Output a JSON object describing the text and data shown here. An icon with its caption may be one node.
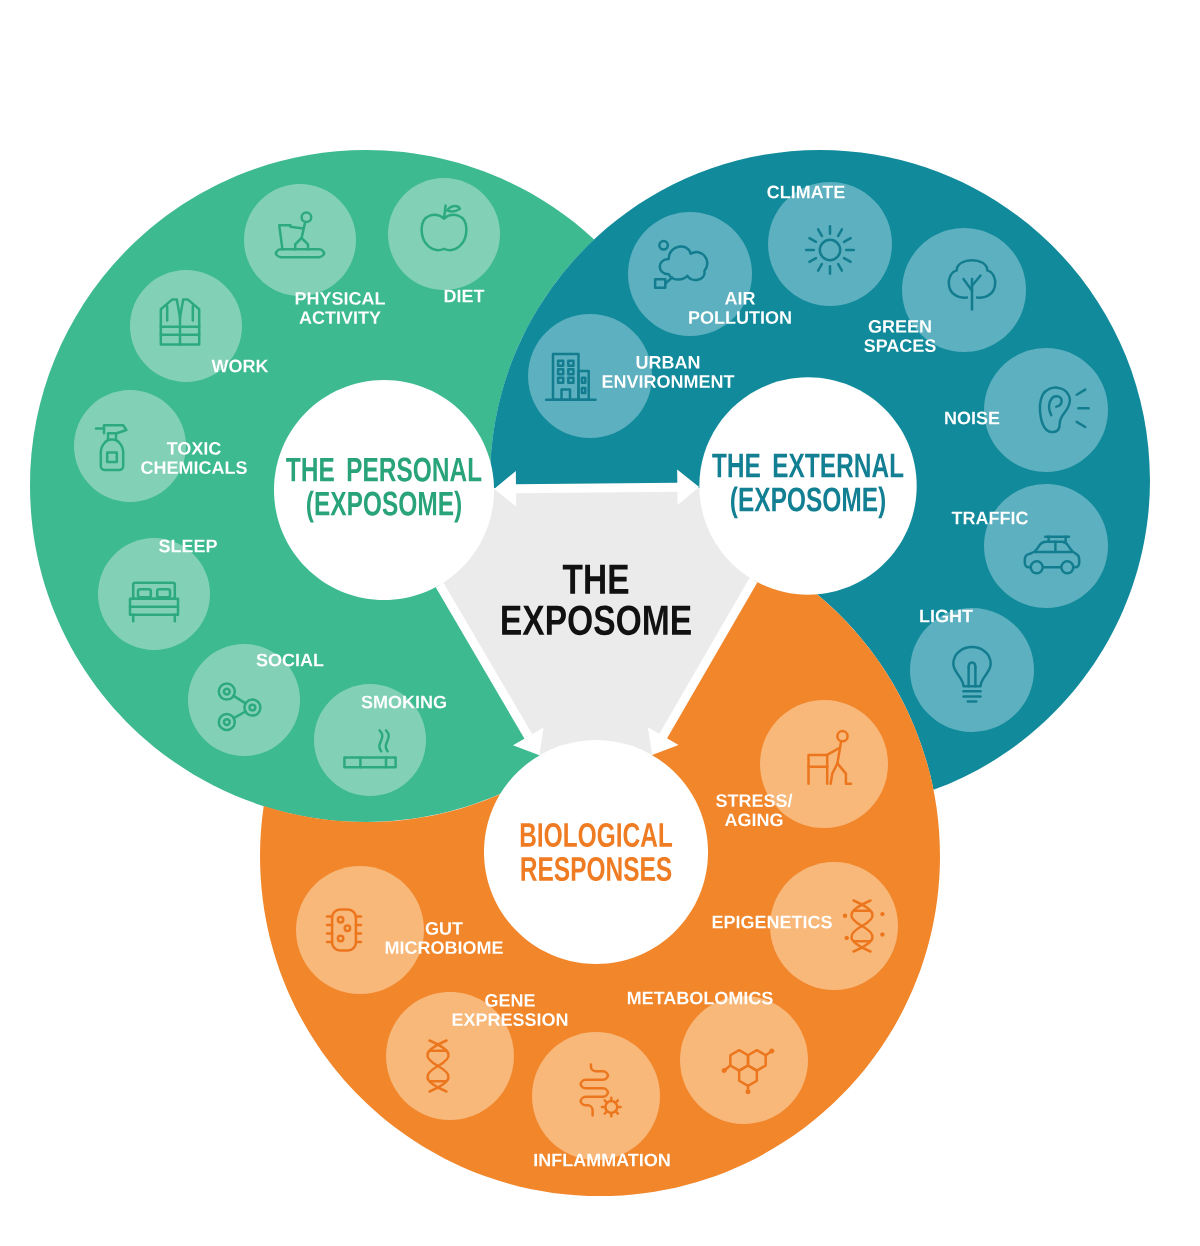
{
  "diagram": {
    "nodes": [
      {
        "text": [
          "THE EXPOSOME"
        ]
      },
      {
        "text": [],
        "shape": "circle"
      },
      {
        "text": [
          "THE PERSONAL (EXPOSOME)"
        ],
        "in": 1
      },
      {
        "text": [
          "PHYSICAL ACTIVITY"
        ],
        "in": 1
      },
      {
        "text": [
          "DIET"
        ],
        "in": 1
      },
      {
        "text": [
          "WORK"
        ],
        "in": 1
      },
      {
        "text": [
          "TOXIC CHEMICALS"
        ],
        "in": 1
      },
      {
        "text": [
          "SLEEP"
        ],
        "in": 1
      },
      {
        "text": [
          "SOCIAL"
        ],
        "in": 1
      },
      {
        "text": [
          "SMOKING"
        ],
        "in": 1
      },
      {
        "text": [],
        "shape": "circle"
      },
      {
        "text": [
          "THE EXTERNAL (EXPOSOME)"
        ],
        "in": 10
      },
      {
        "text": [
          "CLIMATE"
        ],
        "in": 10
      },
      {
        "text": [
          "AIR POLLUTION"
        ],
        "in": 10
      },
      {
        "text": [
          "GREEN SPACES"
        ],
        "in": 10
      },
      {
        "text": [
          "URBAN ENVIRONMENT"
        ],
        "in": 10
      },
      {
        "text": [
          "NOISE"
        ],
        "in": 10
      },
      {
        "text": [
          "TRAFFIC"
        ],
        "in": 10
      },
      {
        "text": [
          "LIGHT"
        ],
        "in": 10
      },
      {
        "text": [],
        "shape": "circle"
      },
      {
        "text": [
          "BIOLOGICAL RESPONSES"
        ],
        "in": 19
      },
      {
        "text": [
          "STRESS/ AGING"
        ],
        "in": 19
      },
      {
        "text": [
          "GUT MICROBIOME"
        ],
        "in": 19
      },
      {
        "text": [
          "EPIGENETICS"
        ],
        "in": 19
      },
      {
        "text": [
          "GENE EXPRESSION"
        ],
        "in": 19
      },
      {
        "text": [
          "METABOLOMICS"
        ],
        "in": 19
      },
      {
        "text": [
          "INFLAMMATION"
        ],
        "in": 19
      }
    ],
    "edges": [
      {
        "from": 2,
        "to": 11,
        "arrow": "both"
      },
      {
        "from": 2,
        "to": 20,
        "arrow": "to"
      },
      {
        "from": 11,
        "to": 20,
        "arrow": "to"
      }
    ]
  }
}
